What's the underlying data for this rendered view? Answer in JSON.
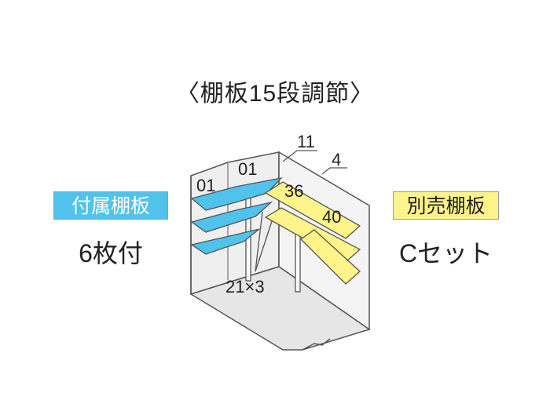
{
  "title": "〈棚板15段調節〉",
  "included": {
    "badge": "付属棚板",
    "count": "6枚付"
  },
  "optional": {
    "badge": "別売棚板",
    "set": "Cセット"
  },
  "diagram": {
    "labels": {
      "a": "01",
      "b": "01",
      "c": "11",
      "d": "4",
      "e": "36",
      "f": "40",
      "g": "21×3"
    }
  },
  "colors": {
    "included_shelf": "#4fc3ec",
    "optional_shelf": "#fff48a",
    "outline": "#555555",
    "wall": "#ececec"
  }
}
